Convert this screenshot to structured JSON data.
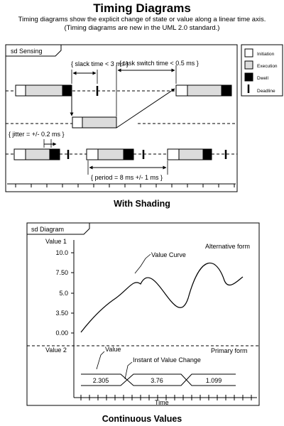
{
  "header": {
    "title": "Timing Diagrams",
    "subtitle_line1": "Timing diagrams show the explicit change of state or value  along a linear time axis.",
    "subtitle_line2": "(Timing diagrams are new in the UML 2.0 standard.)"
  },
  "top_diagram": {
    "frame_label": "sd Sensing",
    "slack_time": "{ slack time < 3 ms }",
    "task_switch": "{ task switch time < 0.5 ms }",
    "jitter": "{ jitter = +/- 0.2 ms }",
    "period": "{ period = 8 ms +/- 1 ms }",
    "caption": "With Shading"
  },
  "legend": {
    "items": [
      {
        "label": "Initiation",
        "swatch": "#ffffff"
      },
      {
        "label": "Execution",
        "swatch": "#dcdcdc"
      },
      {
        "label": "Dwell",
        "swatch": "#000000"
      },
      {
        "label": "Deadline",
        "swatch": "tick"
      }
    ]
  },
  "bottom_diagram": {
    "frame_label": "sd Diagram",
    "value1_label": "Value 1",
    "alt_form": "Alternative form",
    "value_curve": "Value Curve",
    "y_ticks": [
      "10.0",
      "7.50",
      "5.0",
      "3.50",
      "0.00"
    ],
    "value2_label": "Value 2",
    "primary_form": "Primary form",
    "value_label": "Value",
    "instant_label": "Instant of Value Change",
    "segments": [
      "2.305",
      "3.76",
      "1.099"
    ],
    "time_label": "Time",
    "caption": "Continuous Values"
  }
}
